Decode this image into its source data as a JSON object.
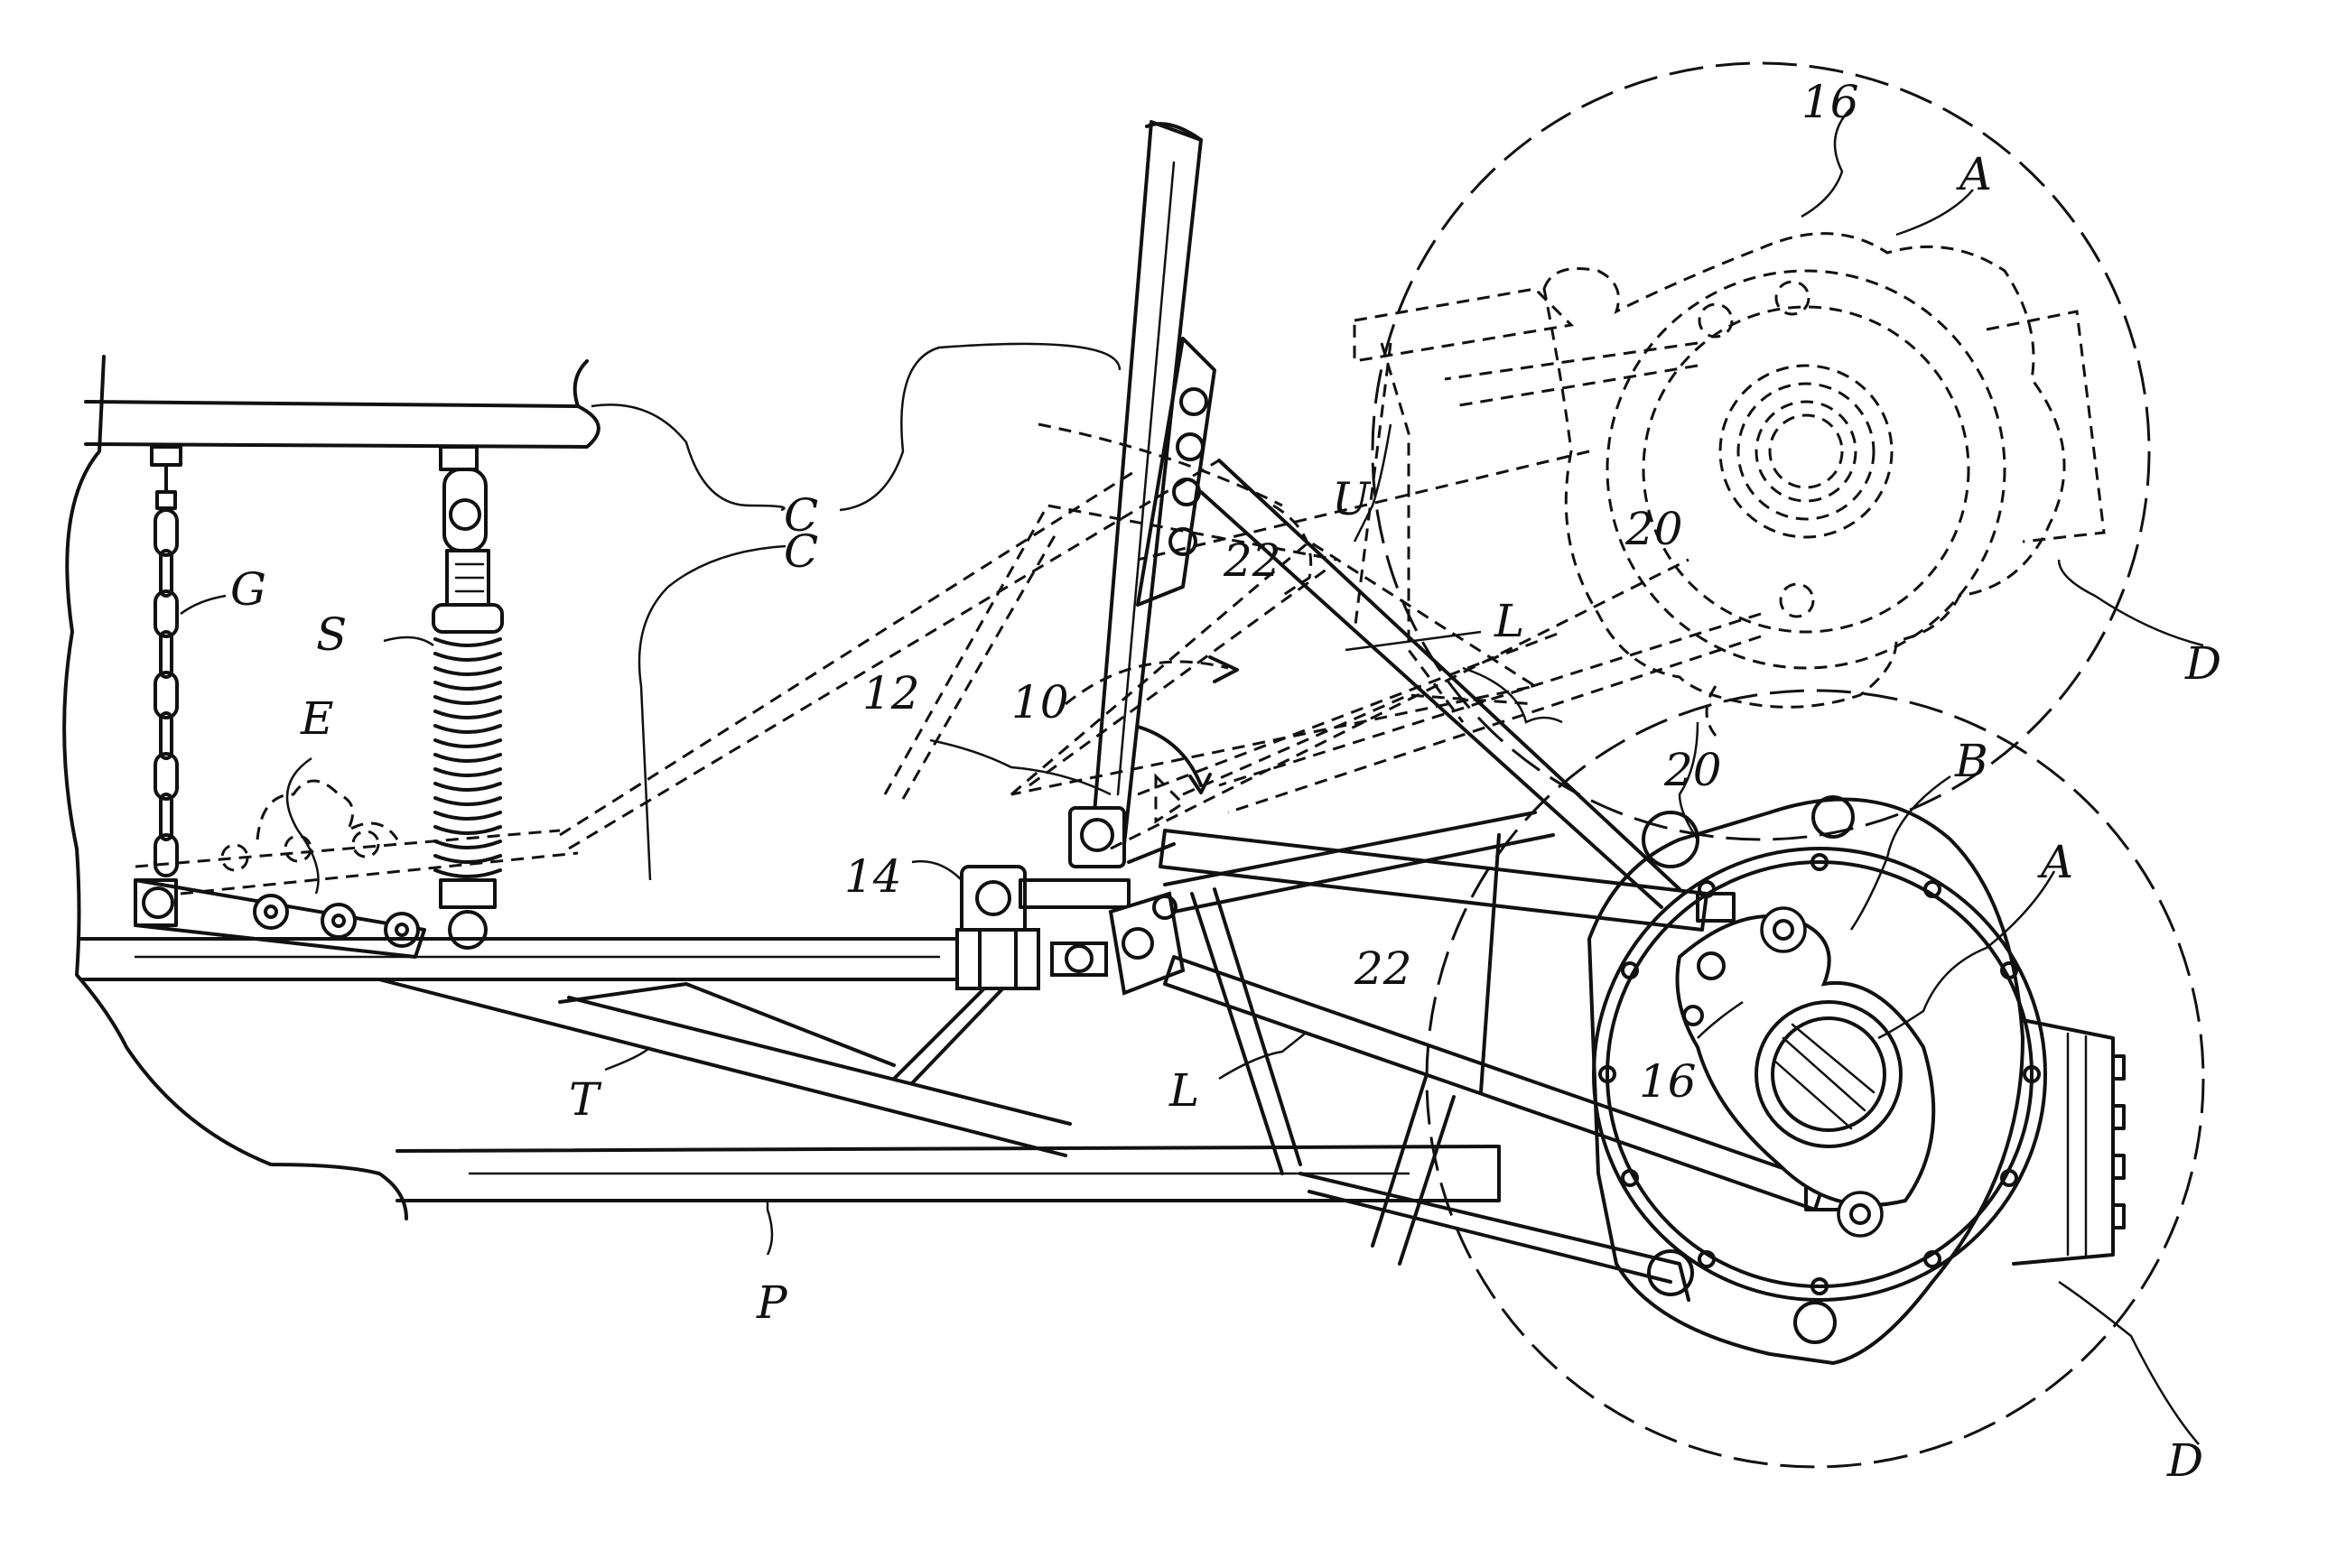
{
  "labels": {
    "C_upper": "C",
    "C_lower": "C",
    "G": "G",
    "S": "S",
    "E": "E",
    "T": "T",
    "P": "P",
    "L_lower": "L",
    "L_upper": "L",
    "U": "U",
    "n12": "12",
    "n14": "14",
    "n10": "10",
    "n22_upper": "22",
    "n22_lower": "22",
    "n20_upper": "20",
    "n20_lower": "20",
    "n16_upper": "16",
    "n16_lower": "16",
    "A_upper": "A",
    "A_lower": "A",
    "B": "B",
    "D_upper": "D",
    "D_lower": "D"
  }
}
